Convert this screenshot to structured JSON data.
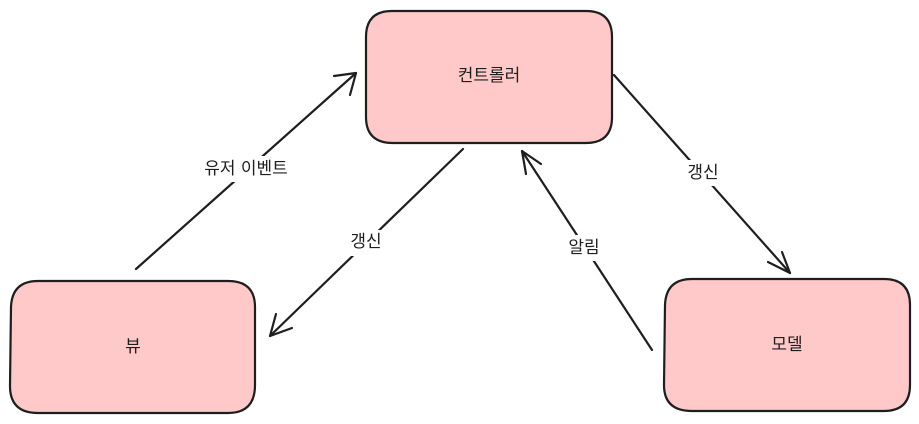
{
  "diagram": {
    "type": "MVC flow",
    "colors": {
      "node_fill": "#ffc9c9",
      "stroke": "#1e1e1e",
      "background": "#ffffff"
    },
    "nodes": {
      "controller": {
        "label": "컨트롤러"
      },
      "view": {
        "label": "뷰"
      },
      "model": {
        "label": "모델"
      }
    },
    "edges": {
      "view_to_controller": {
        "label": "유저 이벤트",
        "from": "view",
        "to": "controller"
      },
      "controller_to_view": {
        "label": "갱신",
        "from": "controller",
        "to": "view"
      },
      "model_to_controller": {
        "label": "알림",
        "from": "model",
        "to": "controller"
      },
      "controller_to_model": {
        "label": "갱신",
        "from": "controller",
        "to": "model"
      }
    }
  }
}
